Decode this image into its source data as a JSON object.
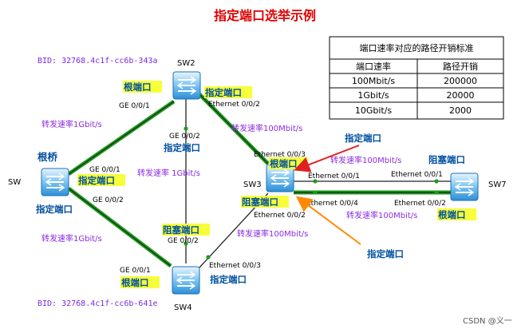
{
  "title": "指定端口选举示例",
  "table": {
    "caption": "端口速率对应的路径开销标准",
    "headers": [
      "端口速率",
      "路径开销"
    ],
    "rows": [
      [
        "100Mbit/s",
        "200000"
      ],
      [
        "1Gbit/s",
        "20000"
      ],
      [
        "10Gbit/s",
        "2000"
      ]
    ]
  },
  "bid_sw2": "BID: 32768.4c1f-cc6b-343a",
  "bid_sw4": "BID: 32768.4c1f-cc6b-641e",
  "switch_names": {
    "sw": "SW",
    "sw2": "SW2",
    "sw3": "SW3",
    "sw4": "SW4",
    "sw7": "SW7"
  },
  "root_bridge": "根桥",
  "ports": {
    "sw2_ge001": "GE 0/0/1",
    "sw2_ge002": "GE 0/0/2",
    "sw2_eth002": "Ethernet 0/0/2",
    "sw_ge001": "GE 0/0/1",
    "sw_ge002": "GE 0/0/2",
    "sw3_eth003": "Ethernet 0/0/3",
    "sw3_eth001": "Ethernet 0/0/1",
    "sw3_eth004": "Ethernet 0/0/4",
    "sw3_eth002": "Ethernet 0/0/2",
    "sw7_eth001": "Ethernet 0/0/1",
    "sw7_eth002": "Ethernet 0/0/2",
    "sw4_ge002": "GE 0/0/2",
    "sw4_ge001": "GE 0/0/1",
    "sw4_eth003": "Ethernet 0/0/3"
  },
  "roles": {
    "sw2_root": "根端口",
    "sw2_designated": "指定端口",
    "sw2_designated_down": "指定端口",
    "sw_designated_up": "指定端口",
    "sw_designated_down": "指定端口",
    "sw3_root": "根端口",
    "sw3_blocked": "阻塞端口",
    "sw7_blocked": "阻塞端口",
    "sw7_root": "根端口",
    "sw4_blocked": "阻塞端口",
    "sw4_root": "根端口",
    "sw4_designated": "指定端口"
  },
  "speeds": {
    "sw_sw2": "转发速率1Gbit/s",
    "sw2_sw4": "转发速率 1Gbit/s",
    "sw_sw4": "转发速率1Gbit/s",
    "sw2_sw3": "转发速率100Mbit/s",
    "sw3_sw7_top": "转发速率100Mbit/s",
    "sw3_sw7_bottom": "转发速率100Mbit/s",
    "sw4_sw3": "转发速率100Mbit/s"
  },
  "annotations": {
    "top": "指定端口",
    "bottom": "指定端口"
  },
  "watermark": "CSDN @义一",
  "colors": {
    "link_green": "#1a9e1a",
    "link_dark": "#222222",
    "arrow_red": "#e02020",
    "arrow_orange": "#ff8a00",
    "switch_blue": "#3aa0e6"
  }
}
